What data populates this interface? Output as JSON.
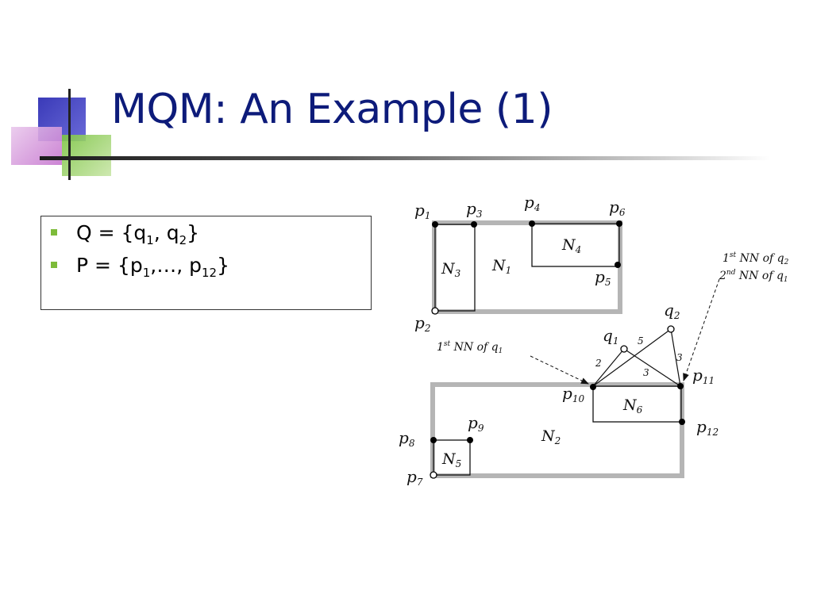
{
  "slide": {
    "title": "MQM: An Example (1)"
  },
  "bullets": [
    {
      "prefix": "Q = {q",
      "s1": "1",
      "mid": ", q",
      "s2": "2",
      "suffix": "}"
    },
    {
      "prefix": "P = {p",
      "s1": "1",
      "mid": ",…, p",
      "s2": "12",
      "suffix": "}"
    }
  ],
  "diagram": {
    "points": [
      {
        "name": "p",
        "sub": "1"
      },
      {
        "name": "p",
        "sub": "2"
      },
      {
        "name": "p",
        "sub": "3"
      },
      {
        "name": "p",
        "sub": "4"
      },
      {
        "name": "p",
        "sub": "5"
      },
      {
        "name": "p",
        "sub": "6"
      },
      {
        "name": "p",
        "sub": "7"
      },
      {
        "name": "p",
        "sub": "8"
      },
      {
        "name": "p",
        "sub": "9"
      },
      {
        "name": "p",
        "sub": "10"
      },
      {
        "name": "p",
        "sub": "11"
      },
      {
        "name": "p",
        "sub": "12"
      }
    ],
    "queries": [
      {
        "name": "q",
        "sub": "1"
      },
      {
        "name": "q",
        "sub": "2"
      }
    ],
    "nodes": [
      {
        "name": "N",
        "sub": "1"
      },
      {
        "name": "N",
        "sub": "2"
      },
      {
        "name": "N",
        "sub": "3"
      },
      {
        "name": "N",
        "sub": "4"
      },
      {
        "name": "N",
        "sub": "5"
      },
      {
        "name": "N",
        "sub": "6"
      }
    ],
    "distances": [
      "2",
      "5",
      "3",
      "3"
    ],
    "annotations": {
      "nn_q1": {
        "pre": "1",
        "sup": "st",
        "post": " NN of q",
        "sub": "1"
      },
      "nn_q2": {
        "pre": "1",
        "sup": "st",
        "post": " NN of q",
        "sub": "2"
      },
      "nn2_q1": {
        "pre": "2",
        "sup": "nd",
        "post": " NN of q",
        "sub": "1"
      }
    }
  }
}
